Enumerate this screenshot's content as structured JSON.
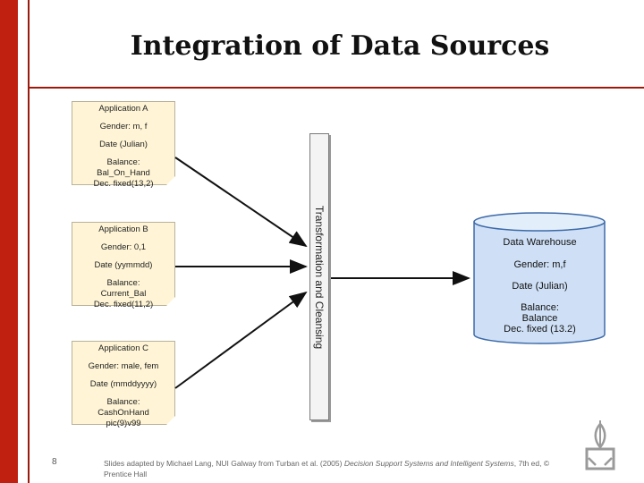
{
  "title": "Integration of Data Sources",
  "sources": [
    {
      "name": "Application A",
      "lines": [
        "Gender: m, f",
        "Date (Julian)",
        "Balance:",
        "Bal_On_Hand",
        "Dec. fixed(13,2)"
      ]
    },
    {
      "name": "Application B",
      "lines": [
        "Gender: 0,1",
        "Date (yymmdd)",
        "Balance:",
        "Current_Bal",
        "Dec. fixed(11,2)"
      ]
    },
    {
      "name": "Application C",
      "lines": [
        "Gender: male, fem",
        "Date (mmddyyyy)",
        "Balance:",
        "CashOnHand",
        "pic(9)v99"
      ]
    }
  ],
  "transform": {
    "label": "Transformation and Cleansing"
  },
  "warehouse": {
    "name": "Data Warehouse",
    "gender": "Gender: m,f",
    "date": "Date (Julian)",
    "balance_label": "Balance:",
    "balance_name": "Balance",
    "balance_type": "Dec. fixed (13.2)"
  },
  "footer": {
    "slide_number": "8",
    "credit_prefix": "Slides adapted by Michael Lang, NUI Galway from Turban et al. (2005) ",
    "book_title": "Decision Support Systems and Intelligent Systems",
    "credit_suffix": ", 7th ed, © Prentice Hall"
  },
  "colors": {
    "accent_red": "#c0200f",
    "doc_fill": "#fff5d6",
    "warehouse_fill": "#cfe0f6"
  }
}
